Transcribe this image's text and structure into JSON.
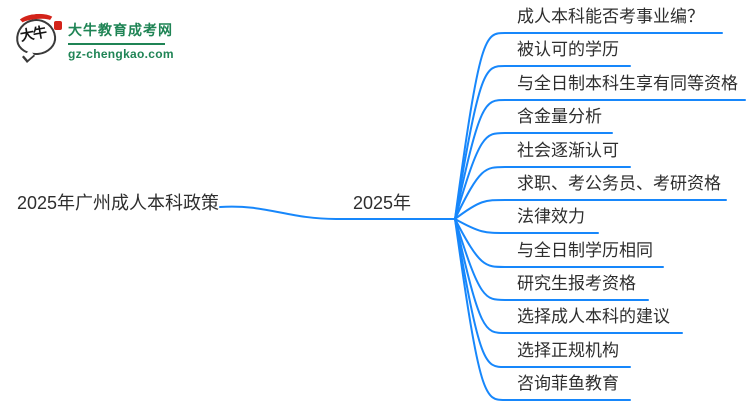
{
  "logo": {
    "icon_text": "大牛",
    "title": "大牛教育成考网",
    "subtitle": "gz-chengkao.com"
  },
  "mindmap": {
    "root_label": "2025年广州成人本科政策",
    "center_label": "2025年",
    "branches": [
      {
        "label": "成人本科能否考事业编？"
      },
      {
        "label": "被认可的学历"
      },
      {
        "label": "与全日制本科生享有同等资格"
      },
      {
        "label": "含金量分析"
      },
      {
        "label": "社会逐渐认可"
      },
      {
        "label": "求职、考公务员、考研资格"
      },
      {
        "label": "法律效力"
      },
      {
        "label": "与全日制学历相同"
      },
      {
        "label": "研究生报考资格"
      },
      {
        "label": "选择成人本科的建议"
      },
      {
        "label": "选择正规机构"
      },
      {
        "label": "咨询菲鱼教育"
      }
    ]
  },
  "colors": {
    "line_blue": "#1787fb",
    "logo_green": "#1f8455",
    "logo_red": "#d3231a",
    "text": "#2e2e2e"
  }
}
